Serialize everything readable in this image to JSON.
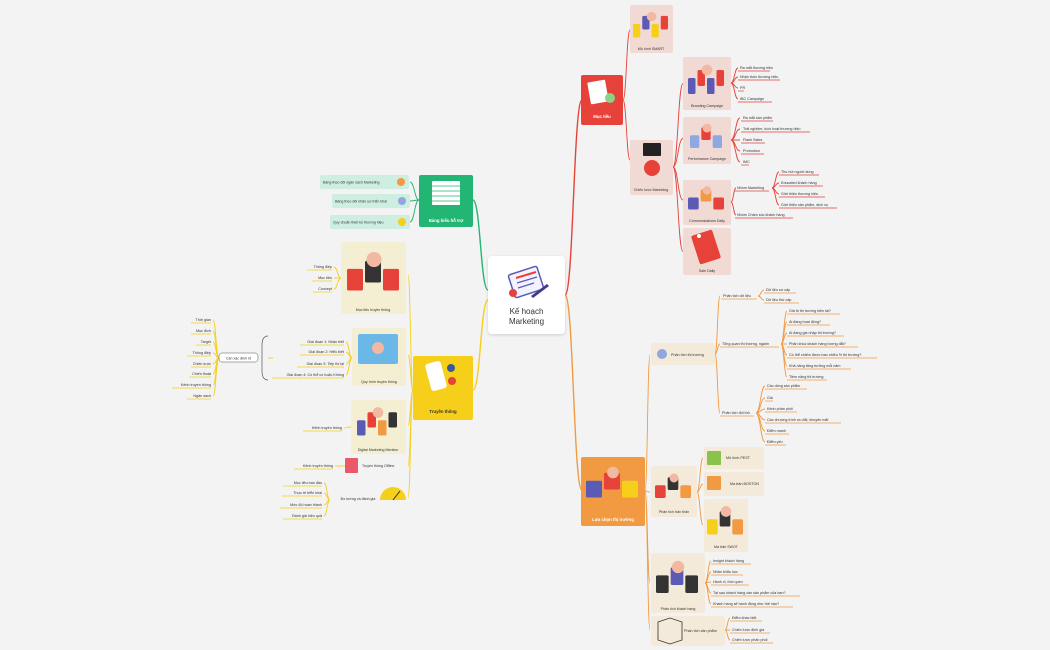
{
  "center": {
    "line1": "Kế hoạch",
    "line2": "Marketing"
  },
  "muc_tieu": {
    "label": "Mục tiêu",
    "smart": "Mô hình SMART",
    "chien_luoc": "Chiến lược Marketing",
    "branding": {
      "label": "Branding Campaign",
      "items": [
        "Ra mắt thương hiệu",
        "Nhận thức thương hiệu",
        "PR",
        "IBC Campaign"
      ]
    },
    "performance": {
      "label": "Performance Campaign",
      "items": [
        "Ra mắt sản phẩm",
        "Trải nghiệm, kích hoạt thương hiệu",
        "Flash Sales",
        "Promotion",
        "IMC"
      ]
    },
    "communications": {
      "label": "Communications Daily",
      "nhom_marketing": "Nhóm Marketing",
      "marketing_items": [
        "Thu hút người dùng",
        "Educated khách hàng",
        "Giới thiệu thương hiệu",
        "Giới thiệu sản phẩm, dịch vụ"
      ],
      "nhom_cham_soc": "Nhóm Chăm sóc khách hàng"
    },
    "sale_daily": "Sale Daily"
  },
  "bang_bieu": {
    "label": "Bảng biểu hỗ trợ",
    "items": [
      "Bảng theo dõi ngân sách Marketing",
      "Bảng theo dõi nhân sự triển khai",
      "Quy chuẩn thiết kế thương hiệu"
    ]
  },
  "truyen_thong": {
    "label": "Truyền thông",
    "muc_tieu": {
      "label": "Mục tiêu truyền thông",
      "items": [
        "Thông điệp",
        "Mục tiêu",
        "Concept"
      ]
    },
    "quy_trinh": {
      "label": "Quy trình truyền thông",
      "stages": [
        "Giai đoạn 1: Nhận biết",
        "Giai đoạn 2: Hiểu biết",
        "Giai đoạn 3: Tiếp thị lại",
        "Giai đoạn 4: Có thể có hoặc Không"
      ],
      "can_xac_dinh": "Cần xác định rõ",
      "factors": [
        "Thời gian",
        "Mục đích",
        "Target",
        "Thông điệp",
        "Chiến lược",
        "Chiến thuật",
        "Kênh truyền thông",
        "Ngân sách"
      ]
    },
    "digital": {
      "label": "Digital Marketing Mention",
      "kenh": "Kênh truyền thông"
    },
    "offline": {
      "label": "Truyền thông Offline",
      "kenh": "Kênh truyền thông"
    },
    "do_luong": {
      "label": "Đo lường và đánh giá",
      "items": [
        "Mục tiêu ban đầu",
        "Thực tế triển khai",
        "Mức độ hoàn thành",
        "Đánh giá hiệu quả"
      ]
    }
  },
  "lua_chon": {
    "label": "Lựa chọn thị trường",
    "phan_tich_thi_truong": {
      "label": "Phân tích thị trường",
      "du_lieu": {
        "label": "Phân tích dữ liệu",
        "items": [
          "Dữ liệu sơ cấp",
          "Dữ liệu thứ cấp"
        ]
      },
      "tong_quan": {
        "label": "Tổng quan thị trường, ngành",
        "items": [
          "Giá trị thị trường hiện tại?",
          "Ai đang hoạt động?",
          "Ai đang gia nhập thị trường?",
          "Phân khúc khách hàng tương đắt?",
          "Có thể chiếm được bao nhiêu % thị trường?",
          "Khả năng tăng trưởng mỗi năm",
          "Tiềm năng thị trường"
        ]
      },
      "doi_thu": {
        "label": "Phân tích đối thủ",
        "items": [
          "Các dòng sản phẩm",
          "Giá",
          "Kênh phân phối",
          "Các chương trình ưu đãi, khuyến mãi",
          "Điểm mạnh",
          "Điểm yếu"
        ]
      }
    },
    "ban_than": {
      "label": "Phân tích bản thân",
      "items": [
        "Mô hình PEST",
        "Ma trận BOSTON",
        "Ma trận SWOT"
      ]
    },
    "khach_hang": {
      "label": "Phân tích khách hàng",
      "items": [
        "Insight khách hàng",
        "Nhân khẩu học",
        "Hành vi, thói quen",
        "Tại sao khách hàng cần sản phẩm của bạn?",
        "Khách hàng sẽ hành động như thế nào?"
      ]
    },
    "san_pham": {
      "label": "Phân tích sản phẩm",
      "items": [
        "Điểm khác biệt",
        "Chiến lược định giá",
        "Chiến lược phân phối"
      ]
    }
  },
  "colors": {
    "red": "#e6423a",
    "green": "#22b573",
    "yellow": "#f5cf1a",
    "orange": "#f19a42",
    "pink": "#f1d9d4",
    "greenLight": "#cfeee2",
    "yellowLight": "#f4efd2",
    "orangeLight": "#f4ead9"
  }
}
